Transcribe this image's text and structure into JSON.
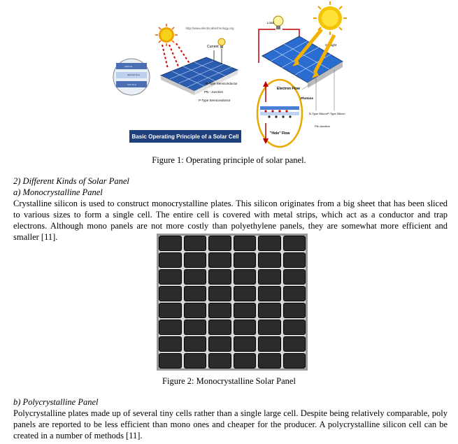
{
  "figure1": {
    "url": "http://www.electricaltechnology.org",
    "banner": "Basic Operating Principle of a Solar Cell",
    "labels": {
      "current": "Current",
      "n_type": "N-Type Semiconductor",
      "pn_junction": "PN - Junction",
      "p_type": "P-Type Semiconductor",
      "photons_small": "photons",
      "electron_flow_small": "electron flow",
      "hole_flow_small": "hole flow",
      "load": "Load",
      "sunlight": "Sunlight",
      "electron_flow": "Electron Flow",
      "photons": "Photons",
      "n_type_silicon": "N-Type Silicon",
      "p_type_silicon": "P-Type Silicon",
      "pn_junction_right": "PN-Junction",
      "hole_flow": "\"Hole\" Flow"
    },
    "caption": "Figure 1: Operating principle of solar panel."
  },
  "section2_heading": "2)   Different Kinds of Solar Panel",
  "sub_a_heading": "a)   Monocrystalline Panel",
  "para_a": "Crystalline silicon is used to construct monocrystalline plates. This silicon originates from a big sheet that has been sliced to various sizes to form a single cell. The entire cell is covered with metal strips, which act as a conductor and trap electrons. Although mono panels are not more costly than polyethylene panels, they are somewhat more efficient and smaller [11].",
  "figure2": {
    "caption": "Figure 2: Monocrystalline Solar Panel",
    "columns": 6,
    "rows": 8
  },
  "sub_b_heading": "b)   Polycrystalline Panel",
  "para_b": "Polycrystalline plates made up of several tiny cells rather than a single large cell. Despite being relatively comparable, poly panels are reported to be less efficient than mono ones and cheaper for the producer. A polycrystalline silicon cell can be created in a number of methods [11].",
  "colors": {
    "banner_bg": "#1f3f7a",
    "panel_blue": "#2a5db0",
    "sun_yellow": "#f5c400",
    "arrow_red": "#d40000"
  }
}
